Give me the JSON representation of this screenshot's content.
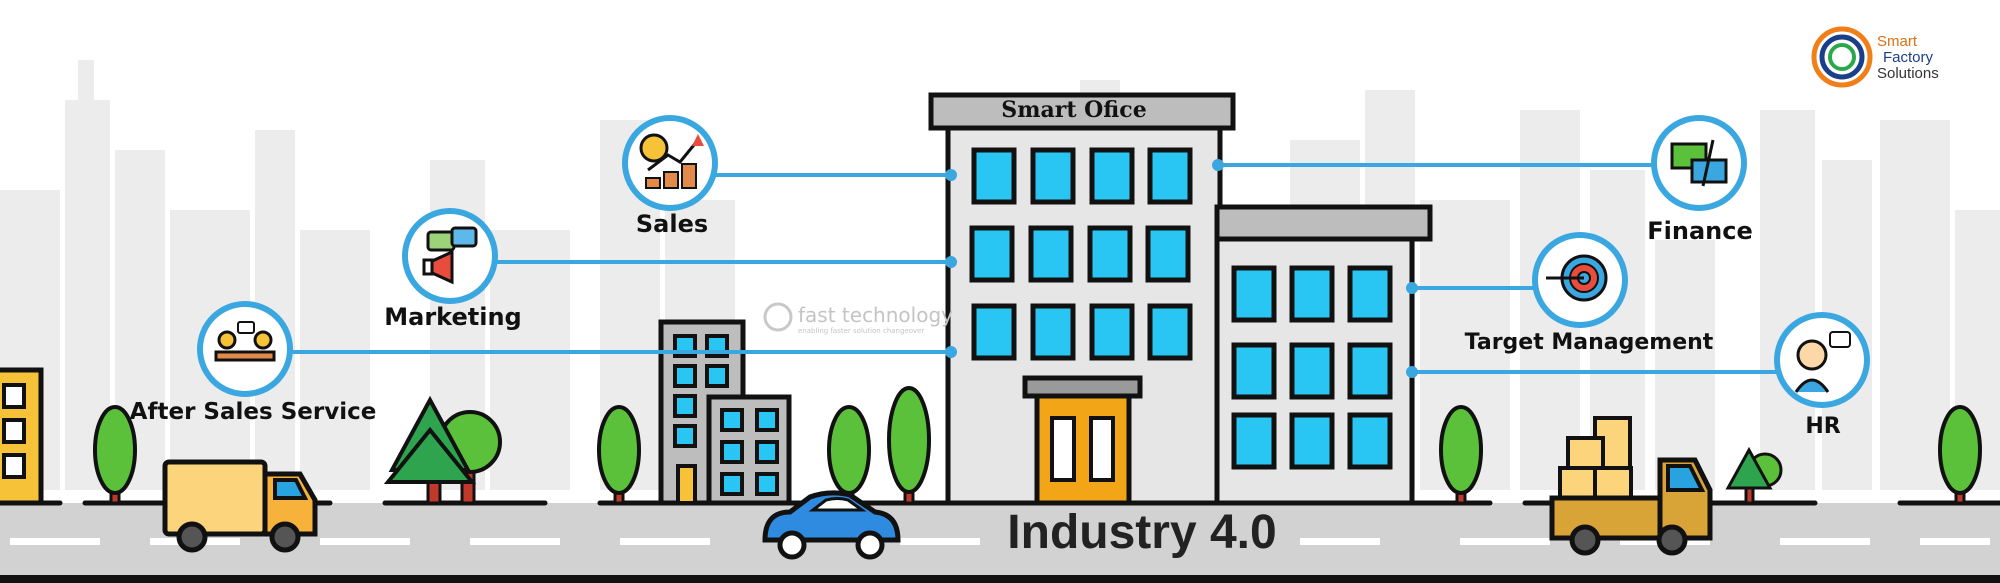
{
  "building": {
    "sign": "Smart Ofice"
  },
  "departments": {
    "sales": {
      "label": "Sales"
    },
    "marketing": {
      "label": "Marketing"
    },
    "after_sales": {
      "label": "After Sales Service"
    },
    "finance": {
      "label": "Finance"
    },
    "target": {
      "label": "Target Management"
    },
    "hr": {
      "label": "HR"
    }
  },
  "footer": {
    "title": "Industry 4.0"
  },
  "logo": {
    "line1": "Smart",
    "line2": "Factory",
    "line3": "Solutions"
  },
  "watermark": {
    "name": "fast technology",
    "tagline": "enabling faster solution changeover"
  },
  "colors": {
    "connector": "#3ba7e0",
    "window": "#29c6f4",
    "road": "#cfcfcf",
    "skyline": "#ececec"
  }
}
